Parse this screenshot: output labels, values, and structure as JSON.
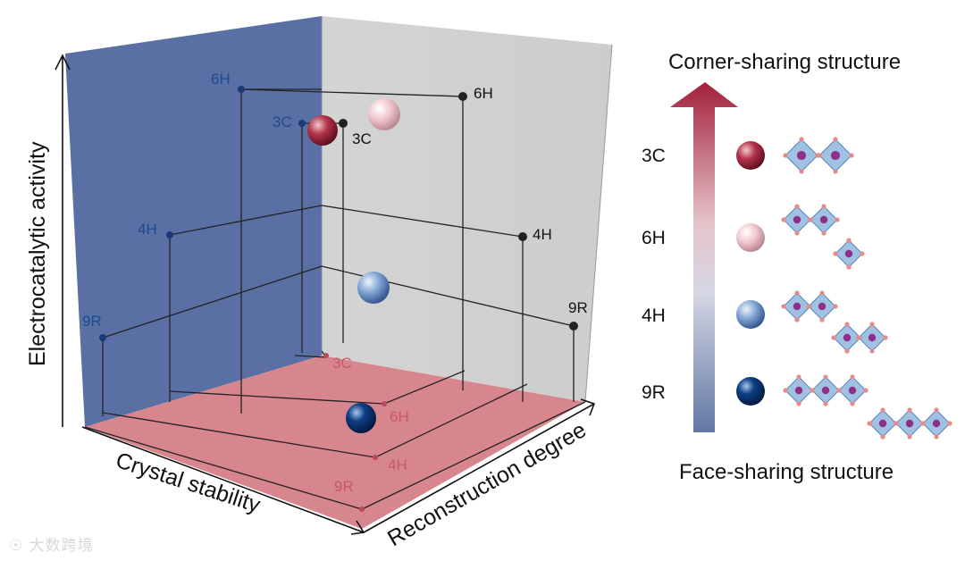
{
  "axes": {
    "y_label": "Electrocatalytic activity",
    "x_label": "Crystal stability",
    "z_label": "Reconstruction degree"
  },
  "points": [
    {
      "id": "3C",
      "color": "#b3344a"
    },
    {
      "id": "6H",
      "color": "#f1c6cf"
    },
    {
      "id": "4H",
      "color": "#7fa3d3"
    },
    {
      "id": "9R",
      "color": "#0d3f86"
    }
  ],
  "legend": {
    "top_label": "Corner-sharing structure",
    "bottom_label": "Face-sharing structure",
    "rows": [
      {
        "label": "3C",
        "color": "#b3344a"
      },
      {
        "label": "6H",
        "color": "#f1c6cf"
      },
      {
        "label": "4H",
        "color": "#7fa3d3"
      },
      {
        "label": "9R",
        "color": "#0d3f86"
      }
    ]
  },
  "colors": {
    "left_wall": "#5a70a4",
    "back_wall": "#d4d4d4",
    "floor": "#d7868e",
    "blue_text": "#1b4a8e",
    "pink_text": "#c75a6a",
    "octahedron": "#8fb6dc"
  },
  "watermark": "大数跨境"
}
